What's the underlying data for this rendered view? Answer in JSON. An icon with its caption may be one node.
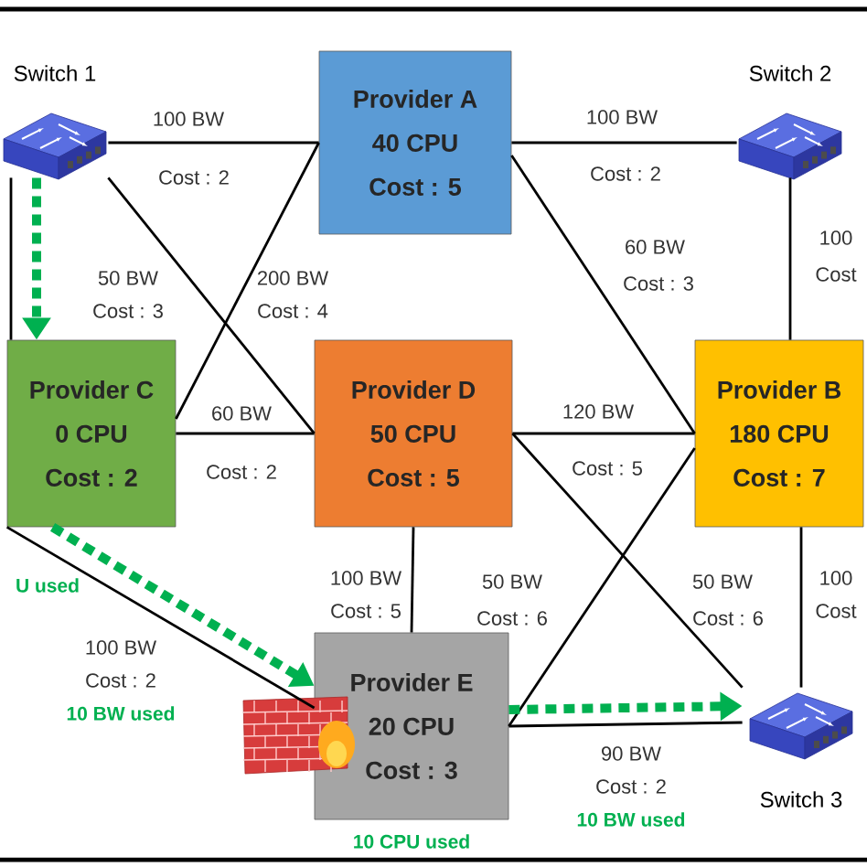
{
  "diagram": {
    "nodes": [
      {
        "text": [
          "Switch 1"
        ]
      },
      {
        "text": [
          "Provider A",
          "40 CPU",
          "Cost : 5"
        ]
      },
      {
        "text": [
          "Switch 2"
        ]
      },
      {
        "text": [
          "Provider C",
          "0 CPU",
          "Cost : 2"
        ],
        "beside": [
          "U used"
        ]
      },
      {
        "text": [
          "Provider D",
          "50 CPU",
          "Cost : 5"
        ]
      },
      {
        "text": [
          "Provider B",
          "180 CPU",
          "Cost : 7"
        ]
      },
      {
        "text": [
          "Provider E",
          "20 CPU",
          "Cost : 3"
        ],
        "beside": [
          "10 CPU used"
        ]
      },
      {
        "text": [
          "Switch 3"
        ]
      }
    ],
    "edges": [
      {
        "from": 0,
        "to": 1,
        "arrow": "none",
        "label": "100 BW"
      },
      {
        "from": 0,
        "to": 4,
        "arrow": "none",
        "label": "50 BW"
      },
      {
        "from": 1,
        "to": 3,
        "arrow": "none",
        "label": "200 BW"
      },
      {
        "from": 1,
        "to": 2,
        "arrow": "none",
        "label": "100 BW"
      },
      {
        "from": 1,
        "to": 5,
        "arrow": "none",
        "label": "60 BW"
      },
      {
        "from": 0,
        "to": 3,
        "arrow": "none"
      },
      {
        "from": 0,
        "to": 3,
        "arrow": "to",
        "style": "dashed",
        "color": "#00b050"
      },
      {
        "from": 3,
        "to": 4,
        "arrow": "none",
        "label": "60 BW"
      },
      {
        "from": 2,
        "to": 5,
        "arrow": "none",
        "label": "100"
      },
      {
        "from": 4,
        "to": 5,
        "arrow": "none",
        "label": "120 BW"
      },
      {
        "from": 4,
        "to": 6,
        "arrow": "none",
        "label": "100 BW"
      },
      {
        "from": 4,
        "to": 7,
        "arrow": "none",
        "label": "50 BW"
      },
      {
        "from": 6,
        "to": 5,
        "arrow": "none",
        "label": "50 BW"
      },
      {
        "from": 3,
        "to": 6,
        "arrow": "none",
        "label": "100 BW"
      },
      {
        "from": 3,
        "to": 6,
        "arrow": "to",
        "style": "dashed",
        "color": "#00b050"
      },
      {
        "from": 5,
        "to": 7,
        "arrow": "none",
        "label": "100"
      },
      {
        "from": 6,
        "to": 7,
        "arrow": "none",
        "label": "90 BW"
      },
      {
        "from": 6,
        "to": 7,
        "arrow": "to",
        "style": "dashed",
        "color": "#00b050"
      }
    ],
    "labels": [
      "Cost : 2",
      "Cost : 2",
      "Cost : 3",
      "Cost : 4",
      "Cost : 3",
      "Cost",
      "Cost : 2",
      "Cost : 5",
      "Cost : 5",
      "Cost : 6",
      "Cost : 6",
      "Cost",
      "Cost : 2",
      "10 BW used",
      "Cost : 2",
      "10 BW used"
    ]
  }
}
